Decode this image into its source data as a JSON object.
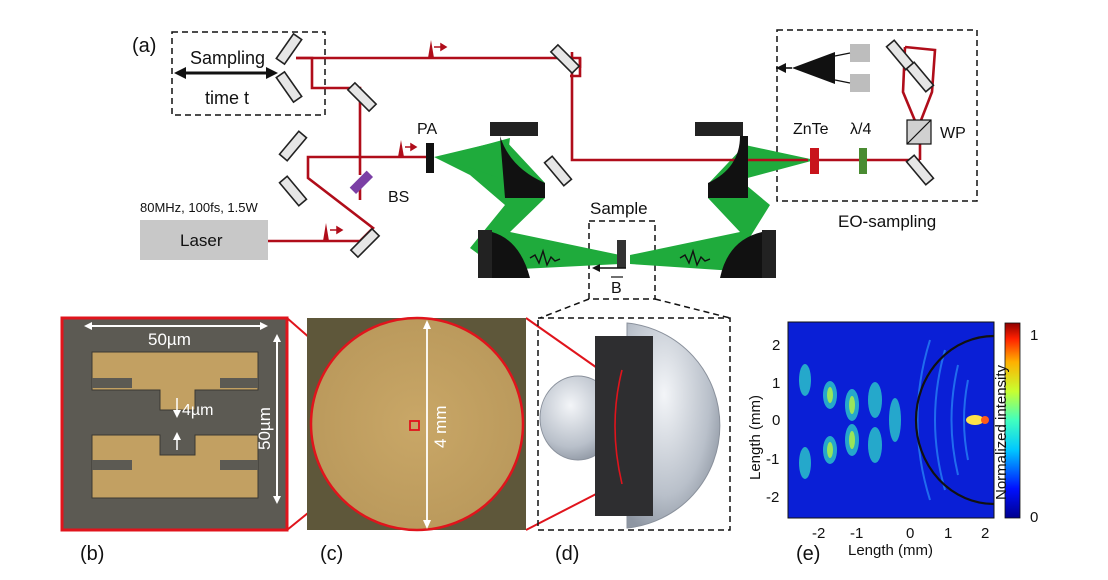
{
  "panel_a": {
    "label": "(a)",
    "sampling_line1": "Sampling",
    "sampling_line2": "time t",
    "pa": "PA",
    "bs": "BS",
    "laser_spec": "80MHz, 100fs, 1.5W",
    "laser": "Laser",
    "sample": "Sample",
    "b_field": "B",
    "znte": "ZnTe",
    "lambda4": "λ/4",
    "wp": "WP",
    "eo_sampling": "EO-sampling"
  },
  "panel_b": {
    "label": "(b)",
    "width_dim": "50µm",
    "height_dim": "50µm",
    "gap_dim": "4µm"
  },
  "panel_c": {
    "label": "(c)",
    "diameter": "4 mm"
  },
  "panel_d": {
    "label": "(d)"
  },
  "panel_e": {
    "label": "(e)",
    "xlabel": "Length (mm)",
    "ylabel": "Length (mm)",
    "xticks": [
      "-2",
      "-1",
      "0",
      "1",
      "2"
    ],
    "yticks": [
      "2",
      "1",
      "0",
      "-1",
      "-2"
    ],
    "colorbar_label": "Normalized intensity",
    "colorbar_max": "1",
    "colorbar_min": "0"
  },
  "colors": {
    "beam_red": "#b00d1a",
    "thz_green": "#1fab3c",
    "chip_gold": "#c2a062",
    "outline_red": "#e0141c"
  }
}
